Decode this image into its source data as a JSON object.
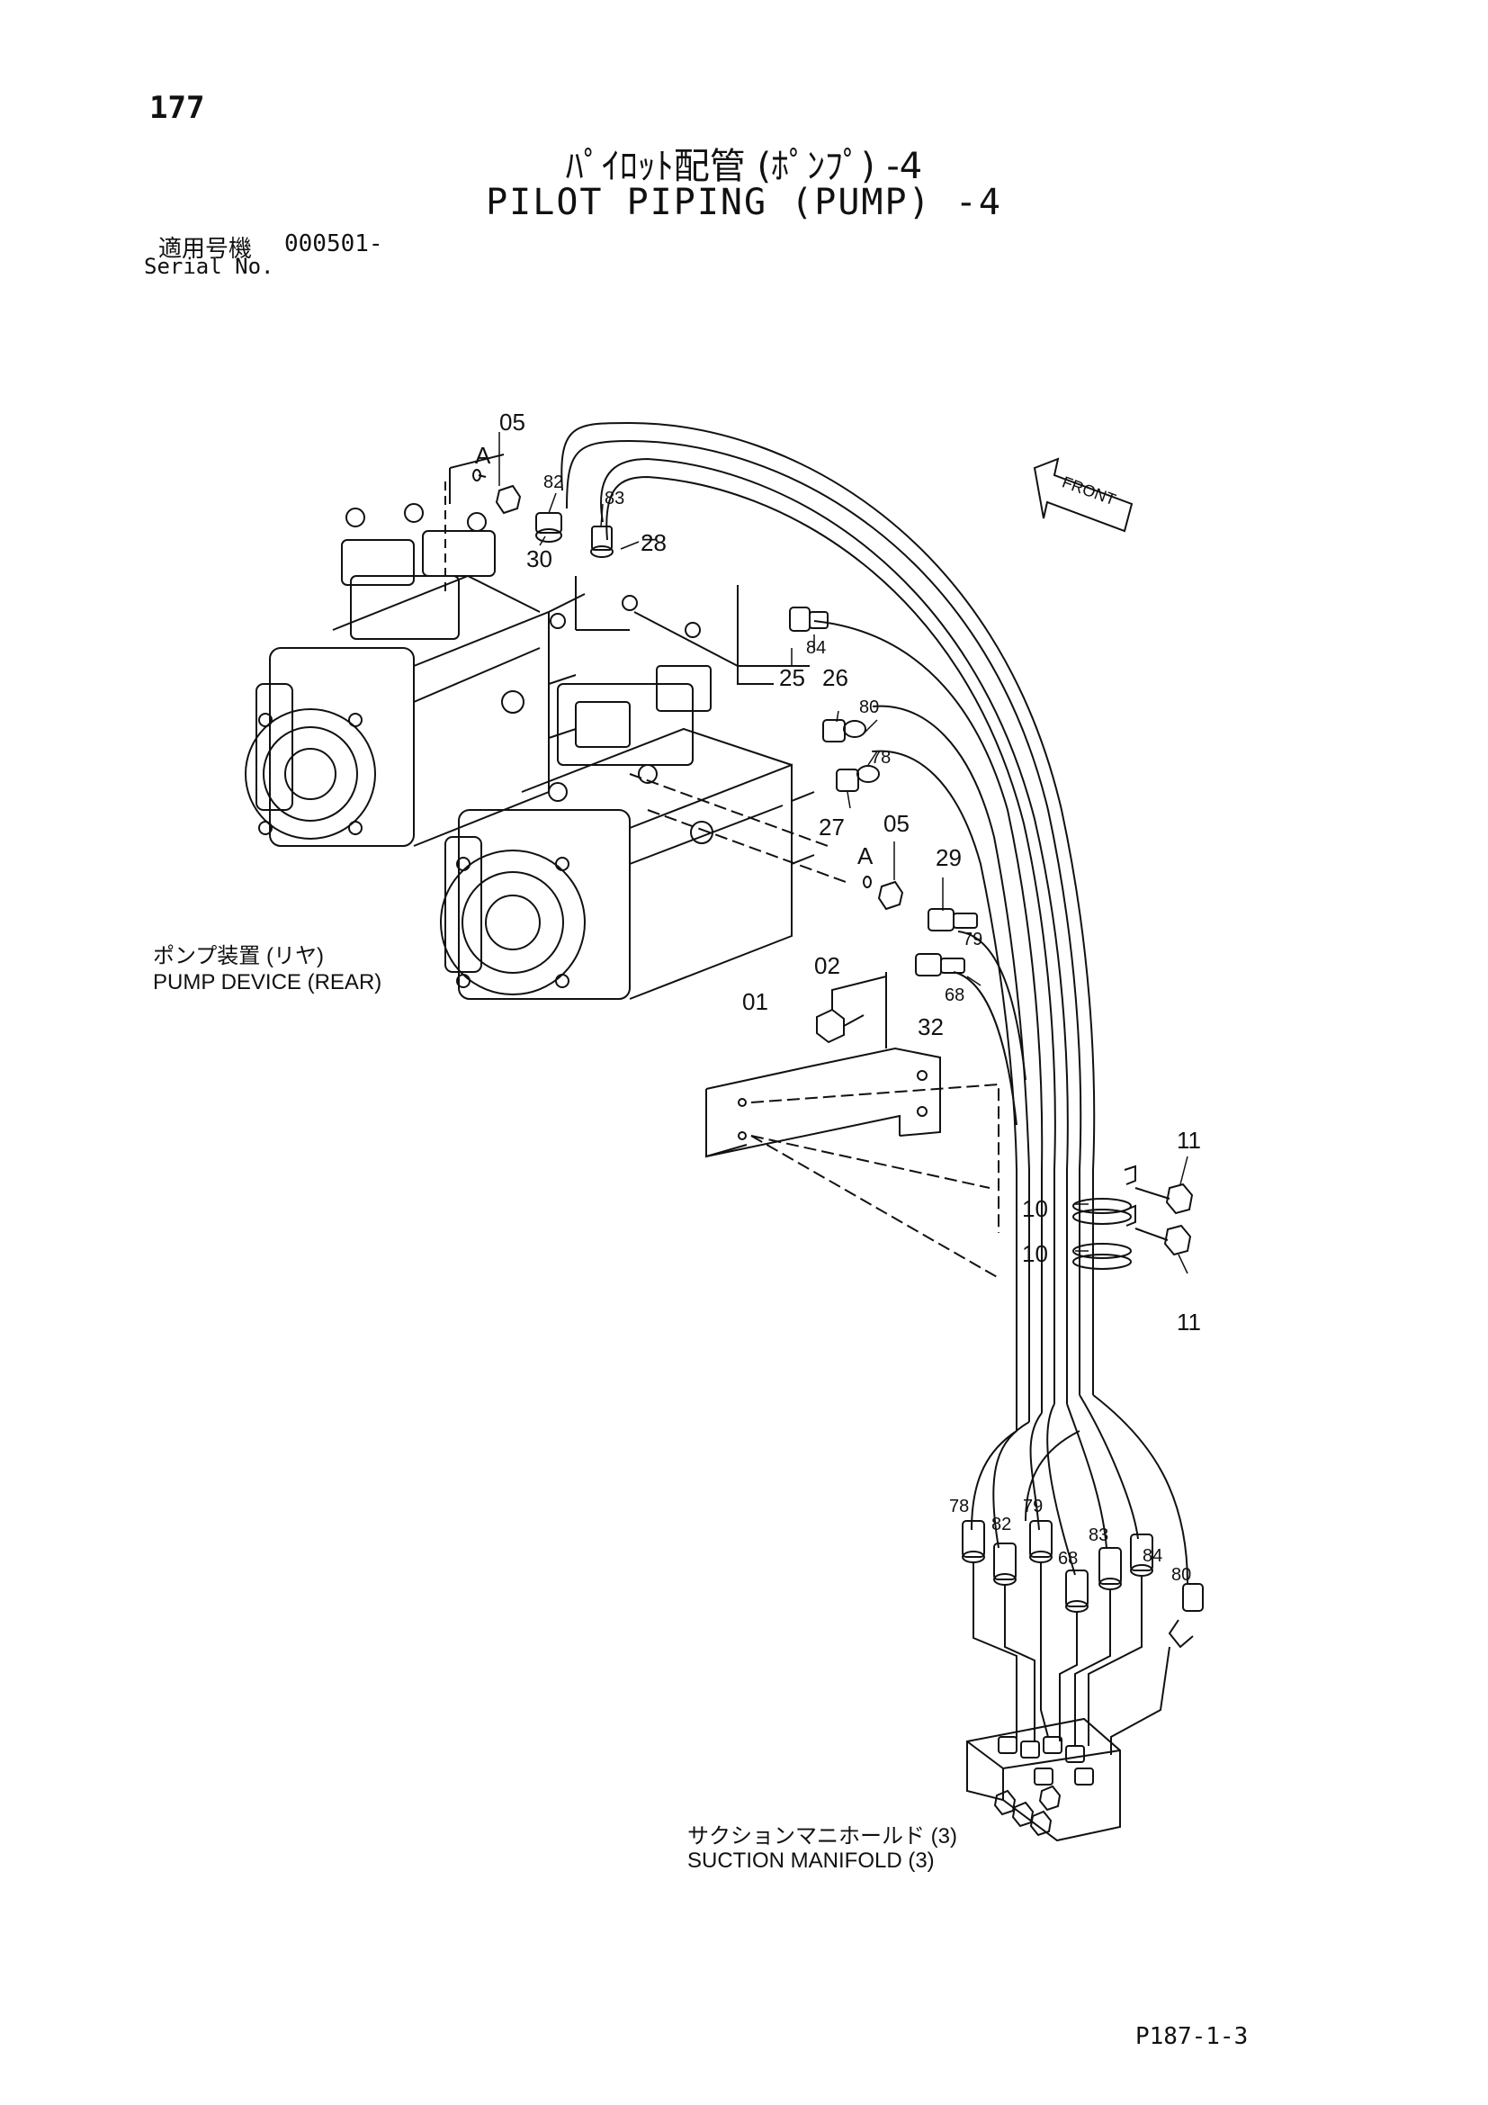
{
  "page_number": "177",
  "title": {
    "japanese": "ﾊﾟｲﾛｯﾄ配管 (ﾎﾟﾝﾌﾟ) -4",
    "english": "PILOT PIPING (PUMP) -4"
  },
  "serial": {
    "label_japanese": "適用号機",
    "value": "000501-",
    "label_english": "Serial No."
  },
  "front_label": "FRONT",
  "assemblies": {
    "pump_device": {
      "japanese": "ポンプ装置 (リヤ)",
      "english": "PUMP DEVICE (REAR)"
    },
    "suction_manifold": {
      "japanese": "サクションマニホールド (3)",
      "english": "SUCTION MANIFOLD (3)"
    }
  },
  "callouts": {
    "n05a": "05",
    "aA": "A",
    "n82a": "82",
    "n83a": "83",
    "n30": "30",
    "n28": "28",
    "n84a": "84",
    "n25": "25",
    "n26": "26",
    "n80a": "80",
    "n78a": "78",
    "n27": "27",
    "n05b": "05",
    "aB": "A",
    "n29": "29",
    "n79a": "79",
    "n02": "02",
    "n01": "01",
    "n68a": "68",
    "n32": "32",
    "n11a": "11",
    "n10a": "10",
    "n10b": "10",
    "n11b": "11",
    "n78b": "78",
    "n82b": "82",
    "n79b": "79",
    "n68b": "68",
    "n83b": "83",
    "n84b": "84",
    "n80b": "80"
  },
  "drawing_number": "P187-1-3"
}
